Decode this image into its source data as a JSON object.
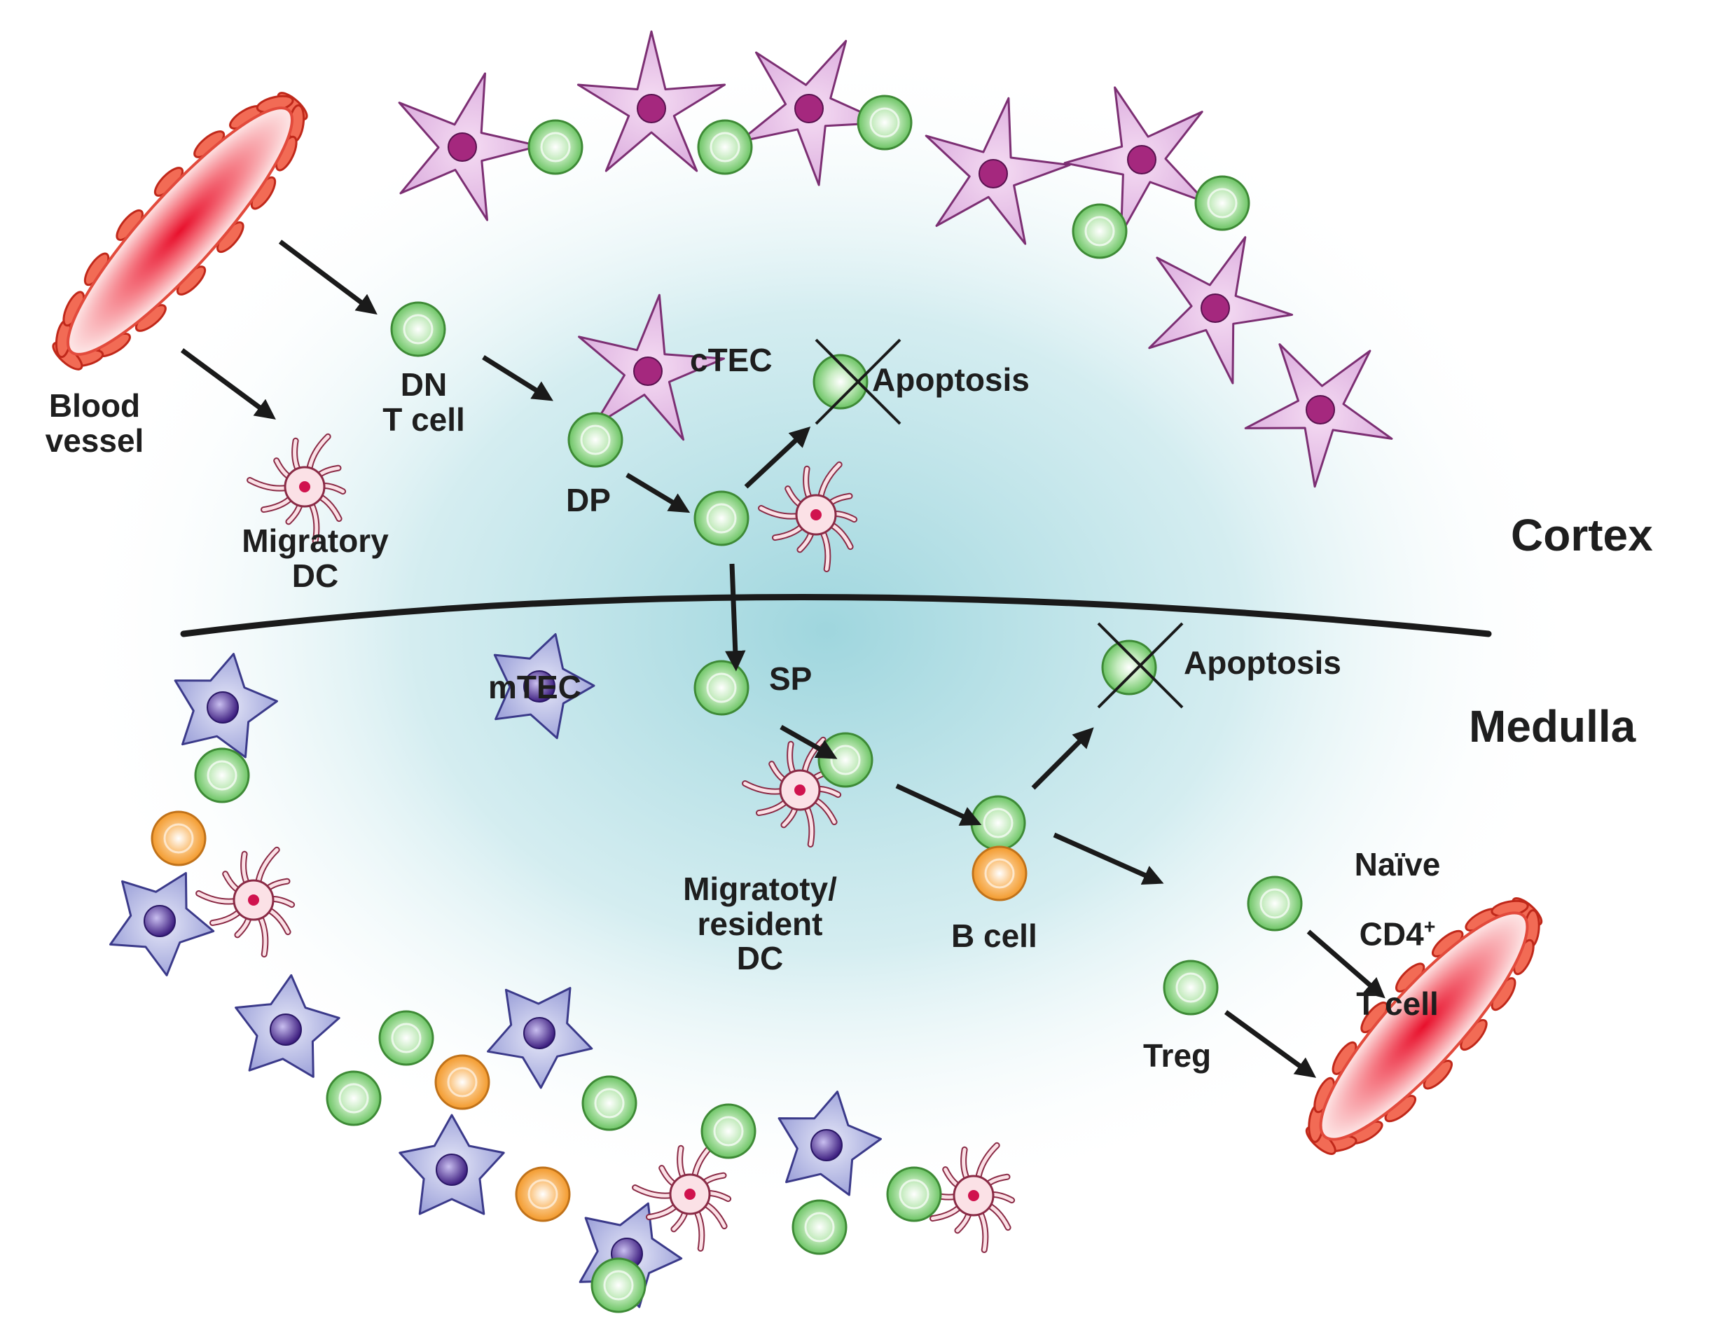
{
  "labels": {
    "blood_vessel": "Blood\nvessel",
    "dn_t_cell": "DN\nT cell",
    "migratory_dc": "Migratory\nDC",
    "ctec": "cTEC",
    "apoptosis_cortex": "Apoptosis",
    "dp": "DP",
    "cortex": "Cortex",
    "medulla": "Medulla",
    "mtec": "mTEC",
    "sp": "SP",
    "apoptosis_medulla": "Apoptosis",
    "migratory_resident_dc": "Migratoty/\nresident\nDC",
    "b_cell": "B cell",
    "naive_cd4_line1": "Naïve",
    "naive_cd4_line2": "CD4",
    "naive_cd4_sup": "+",
    "naive_cd4_line3": "T cell",
    "treg": "Treg"
  },
  "colors": {
    "thymocyte": "#7ccf74",
    "b_cell": "#f7a640",
    "ctec": "#e6bfe8",
    "ctec_nucleus": "#a5287e",
    "mtec": "#aeb3e3",
    "mtec_nucleus": "#4d2e8c",
    "dc": "#fbe1e6",
    "vessel": "#e24a3c",
    "background_glow": "#a9dce3",
    "boundary": "#1a1a1a"
  }
}
